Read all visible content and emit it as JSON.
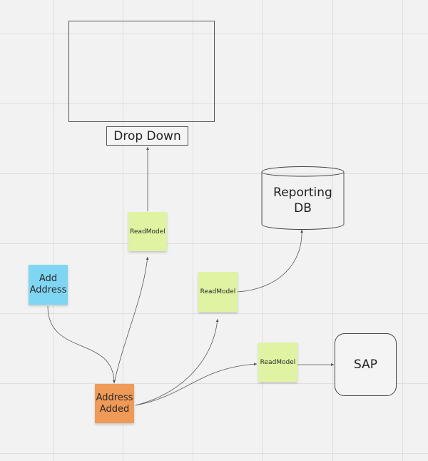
{
  "colors": {
    "grid_background": "#f2f2f2",
    "grid_line": "#dedede",
    "command_sticky": "#7fd6f3",
    "event_sticky": "#ef9a57",
    "readmodel_sticky": "#dff3a2",
    "connector": "#555555"
  },
  "diagram": {
    "wireframe": {
      "label": ""
    },
    "dropdown": {
      "label": "Drop Down"
    },
    "reporting_db": {
      "label": "Reporting\nDB"
    },
    "sap": {
      "label": "SAP"
    },
    "readmodel_1": {
      "label": "ReadModel"
    },
    "readmodel_2": {
      "label": "ReadModel"
    },
    "readmodel_3": {
      "label": "ReadModel"
    },
    "command": {
      "label": "Add\nAddress"
    },
    "event": {
      "label": "Address\nAdded"
    }
  }
}
